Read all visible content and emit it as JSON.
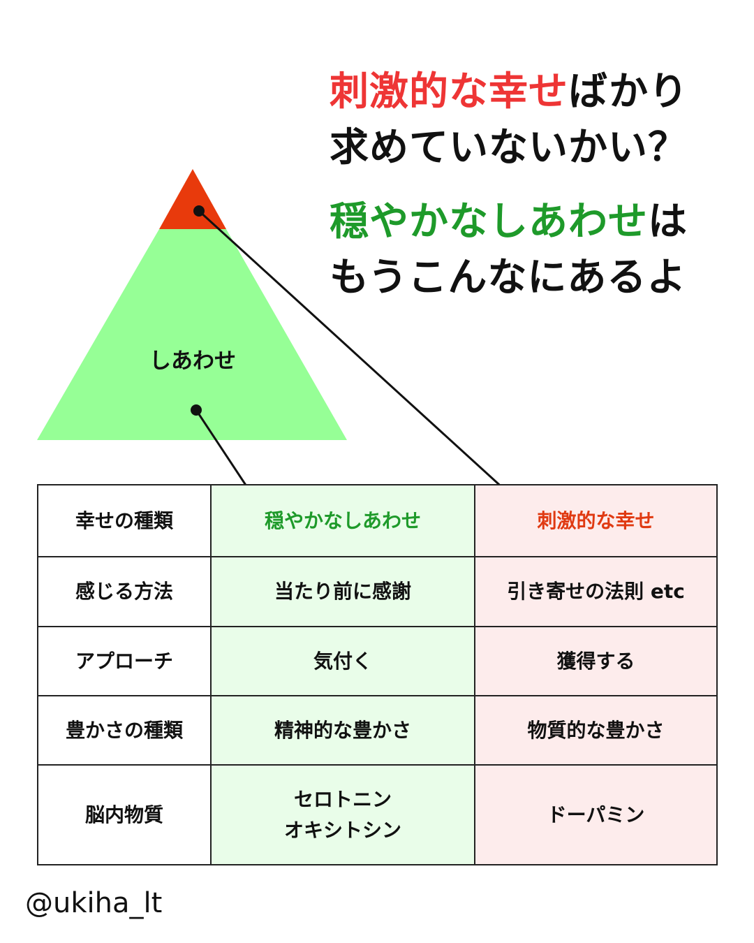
{
  "headline": {
    "q1_highlight": "刺激的な幸せ",
    "q1_rest": "ばかり",
    "q2": "求めていないかい？",
    "a1_highlight": "穏やかなしあわせ",
    "a1_rest": "は",
    "a2": "もうこんなにあるよ"
  },
  "pyramid": {
    "label": "しあわせ",
    "top_color": "#e83a0c",
    "base_color": "#96ff96"
  },
  "table": {
    "rows": [
      [
        "幸せの種類",
        "穏やかなしあわせ",
        "刺激的な幸せ"
      ],
      [
        "感じる方法",
        "当たり前に感謝",
        "引き寄せの法則 etc"
      ],
      [
        "アプローチ",
        "気付く",
        "獲得する"
      ],
      [
        "豊かさの種類",
        "精神的な豊かさ",
        "物質的な豊かさ"
      ],
      [
        "脳内物質",
        "セロトニン\nオキシトシン",
        "ドーパミン"
      ]
    ]
  },
  "handle": "@ukiha_lt"
}
